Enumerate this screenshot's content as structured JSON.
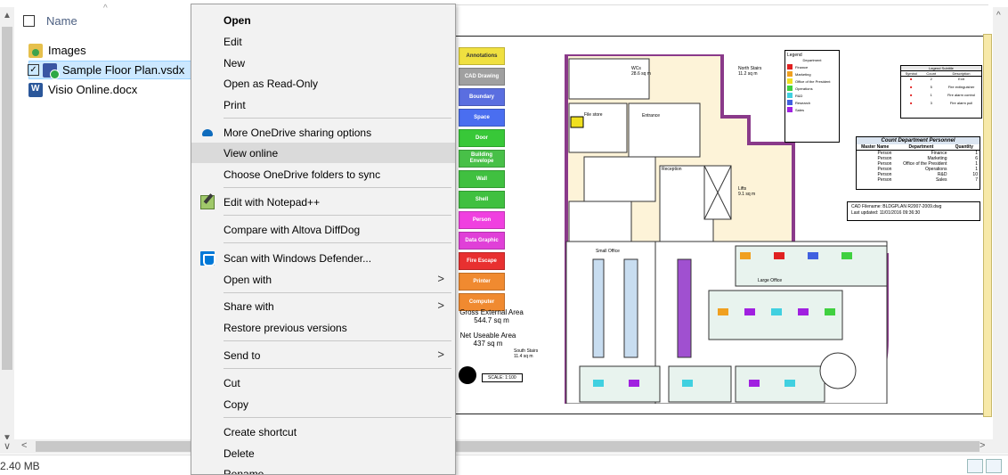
{
  "explorer": {
    "column_name": "Name",
    "files": [
      {
        "name": "Images",
        "icon": "folder-images-icon",
        "selected": false
      },
      {
        "name": "Sample Floor Plan.vsdx",
        "icon": "visio-file-icon",
        "selected": true
      },
      {
        "name": "Visio Online.docx",
        "icon": "word-file-icon",
        "selected": false
      }
    ],
    "status_size": "2.40 MB"
  },
  "context_menu": {
    "items": {
      "open": "Open",
      "edit": "Edit",
      "new": "New",
      "open_readonly": "Open as Read-Only",
      "print": "Print",
      "more_onedrive": "More OneDrive sharing options",
      "view_online": "View online",
      "choose_onedrive": "Choose OneDrive folders to sync",
      "edit_notepad": "Edit with Notepad++",
      "compare_diffdog": "Compare with Altova DiffDog",
      "scan_defender": "Scan with Windows Defender...",
      "open_with": "Open with",
      "share_with": "Share with",
      "restore_versions": "Restore previous versions",
      "send_to": "Send to",
      "cut": "Cut",
      "copy": "Copy",
      "create_shortcut": "Create shortcut",
      "delete": "Delete",
      "rename": "Rename"
    }
  },
  "preview": {
    "buttons": [
      {
        "label": "Annotations",
        "color": "#f0e040"
      },
      {
        "label": "CAD Drawing",
        "color": "#a0a0a0"
      },
      {
        "label": "Boundary",
        "color": "#5a6ee0"
      },
      {
        "label": "Space",
        "color": "#4a6ef0"
      },
      {
        "label": "Door",
        "color": "#38c838"
      },
      {
        "label": "Building Envelope",
        "color": "#48c048"
      },
      {
        "label": "Wall",
        "color": "#40c040"
      },
      {
        "label": "Shell",
        "color": "#40c040"
      },
      {
        "label": "Person",
        "color": "#f040e0"
      },
      {
        "label": "Data Graphic",
        "color": "#e040d8"
      },
      {
        "label": "Fire Escape",
        "color": "#e83030"
      },
      {
        "label": "Printer",
        "color": "#f08a30"
      },
      {
        "label": "Computer",
        "color": "#f08a30"
      }
    ],
    "legend": {
      "title": "Legend",
      "subtitle": "Department",
      "items": [
        {
          "label": "Finance",
          "color": "#e02020"
        },
        {
          "label": "Marketing",
          "color": "#f0a020"
        },
        {
          "label": "Office of the President",
          "color": "#f0e020"
        },
        {
          "label": "Operations",
          "color": "#40d040"
        },
        {
          "label": "R&D",
          "color": "#40d0e0"
        },
        {
          "label": "Research",
          "color": "#4060e0"
        },
        {
          "label": "Sales",
          "color": "#a020e0"
        }
      ]
    },
    "legend_subtitle": {
      "title": "Legend Subtitle",
      "headers": [
        "Symbol",
        "Count",
        "Description"
      ],
      "rows": [
        {
          "count": "2",
          "description": "Exit"
        },
        {
          "count": "5",
          "description": "Fire extinguisher"
        },
        {
          "count": "1",
          "description": "Fire alarm control"
        },
        {
          "count": "3",
          "description": "Fire alarm pull"
        }
      ]
    },
    "count_table": {
      "title": "Count Department Personnel",
      "headers": [
        "Master Name",
        "Department",
        "Quantity"
      ],
      "rows": [
        [
          "Person",
          "Finance",
          "1"
        ],
        [
          "Person",
          "Marketing",
          "6"
        ],
        [
          "Person",
          "Office of the President",
          "1"
        ],
        [
          "Person",
          "Operations",
          "1"
        ],
        [
          "Person",
          "R&D",
          "10"
        ],
        [
          "Person",
          "Sales",
          "7"
        ]
      ]
    },
    "cad_info": {
      "filename_label": "CAD Filename:",
      "filename": "BLDGPLAN R2007-2009.dwg",
      "updated_label": "Last updated:",
      "updated": "11/01/2016 09:36:30"
    },
    "labels": {
      "wcs": "WCs",
      "wcs_area": "28.6 sq m",
      "north_stairs": "North Stairs",
      "north_stairs_area": "11.2 sq m",
      "lifts": "Lifts",
      "lifts_area": "9.1 sq m",
      "entrance": "Entrance",
      "file_store": "File store",
      "reception": "Reception",
      "small_office": "Small Office",
      "large_office": "Large Office",
      "gross_area_label": "Gross External Area",
      "gross_area": "544.7 sq m",
      "net_area_label": "Net Useable Area",
      "net_area": "437 sq m",
      "south_stairs": "South Stairs",
      "south_stairs_area": "11.4 sq m",
      "scale": "SCALE: 1:100"
    }
  }
}
